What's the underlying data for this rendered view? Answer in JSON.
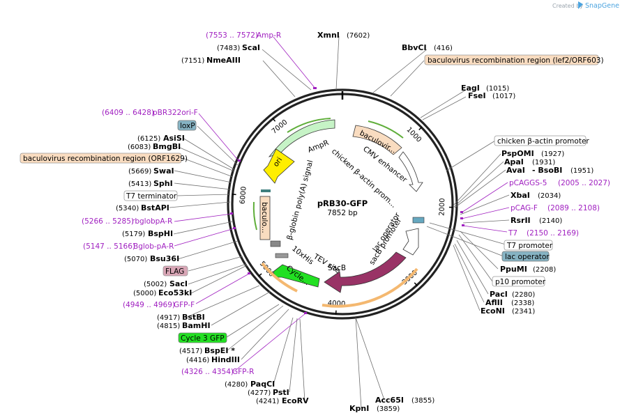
{
  "header": {
    "credit": "Created by",
    "brand": "SnapGene"
  },
  "plasmid": {
    "name": "pRB30-GFP",
    "length": "7852 bp"
  },
  "ticks": [
    "1000",
    "2000",
    "3000",
    "4000",
    "5000",
    "6000",
    "7000"
  ],
  "sites": {
    "xmni": {
      "name": "XmnI",
      "pos": "(7602)"
    },
    "scai": {
      "name": "ScaI",
      "pos": "(7483)"
    },
    "nmeaiii": {
      "name": "NmeAIII",
      "pos": "(7151)"
    },
    "bbvci": {
      "name": "BbvCI",
      "pos": "(416)"
    },
    "eagi": {
      "name": "EagI",
      "pos": "(1015)"
    },
    "fsei": {
      "name": "FseI",
      "pos": "(1017)"
    },
    "pspomi": {
      "name": "PspOMI",
      "pos": "(1927)"
    },
    "apai": {
      "name": "ApaI",
      "pos": "(1931)"
    },
    "avai": {
      "name": "AvaI",
      "pos": ""
    },
    "bsobi": {
      "name": "- BsoBI",
      "pos": "(1951)"
    },
    "xbai": {
      "name": "XbaI",
      "pos": "(2034)"
    },
    "rsrii": {
      "name": "RsrII",
      "pos": "(2140)"
    },
    "ppumi": {
      "name": "PpuMI",
      "pos": "(2208)"
    },
    "paci": {
      "name": "PacI",
      "pos": "(2280)"
    },
    "aflii": {
      "name": "AflII",
      "pos": "(2338)"
    },
    "econi": {
      "name": "EcoNI",
      "pos": "(2341)"
    },
    "acc65i": {
      "name": "Acc65I",
      "pos": "(3855)"
    },
    "kpni": {
      "name": "KpnI",
      "pos": "(3859)"
    },
    "asisi": {
      "name": "AsiSI",
      "pos": "(6125)"
    },
    "bmgbi": {
      "name": "BmgBI",
      "pos": "(6083)"
    },
    "swai": {
      "name": "SwaI",
      "pos": "(5669)"
    },
    "sphi": {
      "name": "SphI",
      "pos": "(5413)"
    },
    "bstapi": {
      "name": "BstAPI",
      "pos": "(5340)"
    },
    "bsphi": {
      "name": "BspHI",
      "pos": "(5179)"
    },
    "bsu36i": {
      "name": "Bsu36I",
      "pos": "(5070)"
    },
    "saci": {
      "name": "SacI",
      "pos": "(5002)"
    },
    "eco53ki": {
      "name": "Eco53kI",
      "pos": "(5000)"
    },
    "bstbi": {
      "name": "BstBI",
      "pos": "(4917)"
    },
    "bamhi": {
      "name": "BamHI",
      "pos": "(4815)"
    },
    "bspei": {
      "name": "BspEI *",
      "pos": "(4517)"
    },
    "hindiii": {
      "name": "HindIII",
      "pos": "(4416)"
    },
    "paqci": {
      "name": "PaqCI",
      "pos": "(4280)"
    },
    "psti": {
      "name": "PstI",
      "pos": "(4277)"
    },
    "ecorv": {
      "name": "EcoRV",
      "pos": "(4241)"
    }
  },
  "primers": {
    "ampr": {
      "range": "(7553 .. 7572)",
      "name": "Amp-R"
    },
    "pbr322": {
      "range": "(6409 .. 6428)",
      "name": "pBR322ori-F"
    },
    "rbglob": {
      "range": "(5266 .. 5285)",
      "name": "rbglobpA-R"
    },
    "bglob": {
      "range": "(5147 .. 5166)",
      "name": "Bglob-pA-R"
    },
    "gfpf": {
      "range": "(4949 .. 4969)",
      "name": "GFP-F"
    },
    "gfpr": {
      "range": "(4326 .. 4354)",
      "name": "GFP-R"
    },
    "pcaggs5": {
      "range": "(2005 .. 2027)",
      "name": "pCAGGS-5"
    },
    "pcagf": {
      "range": "(2089 .. 2108)",
      "name": "pCAG-F"
    },
    "t7": {
      "range": "(2150 .. 2169)",
      "name": "T7"
    }
  },
  "boxes": {
    "bac_right": "baculovirus recombination region (lef2/ORF603)",
    "bac_left": "baculovirus recombination region (ORF1629)",
    "loxp": "loxP",
    "t7term": "T7 terminator",
    "flag": "FLAG",
    "cycle3": "Cycle 3 GFP",
    "chicken": "chicken β-actin promoter",
    "t7prom": "T7 promoter",
    "lacop": "lac operator",
    "p10": "p10 promoter"
  },
  "inner": {
    "ampr": "AmpR",
    "ori": "ori",
    "bac_top": "baculovir...",
    "cmv": "CMV enhancer",
    "chicken": "chicken β-actin prom...",
    "polya": "β-globin poly(A) signal",
    "bac_left": "baculo...",
    "his": "10xHis",
    "cycle": "Cycle...",
    "tev": "TEV site",
    "sacb": "SacB",
    "lacop": "lac operator",
    "sacbprom": "sacB promoter"
  }
}
